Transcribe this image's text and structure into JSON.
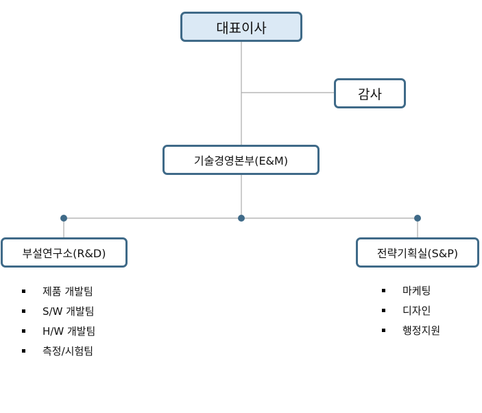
{
  "nodes": {
    "ceo": "대표이사",
    "auditor": "감사",
    "hq": "기술경영본부(E&M)",
    "rnd": "부설연구소(R&D)",
    "snp": "전략기획실(S&P)"
  },
  "rnd_teams": [
    "제품  개발팀",
    "S/W  개발팀",
    "H/W  개발팀",
    "측정/시험팀"
  ],
  "snp_teams": [
    "마케팅",
    "디자인",
    "행정지원"
  ],
  "colors": {
    "box_border": "#3f6a88",
    "ceo_fill": "#dbe9f5",
    "connector": "#a9a9a9",
    "dot": "#3f6a88"
  }
}
